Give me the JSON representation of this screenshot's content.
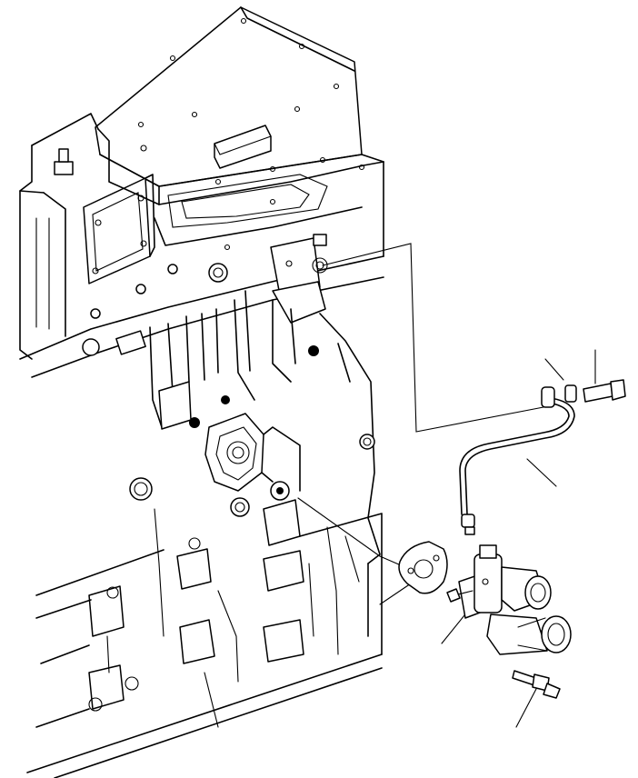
{
  "title": "",
  "parts": [
    {
      "id": "engine-block",
      "icon": "engine-block"
    },
    {
      "id": "fuel-tube",
      "icon": "bent-tube"
    },
    {
      "id": "bolt-upper",
      "icon": "bolt"
    },
    {
      "id": "gasket",
      "icon": "gasket"
    },
    {
      "id": "feed-pump",
      "icon": "fuel-feed-pump"
    },
    {
      "id": "bolt-pump",
      "icon": "bolt"
    },
    {
      "id": "banjo-fitting",
      "icon": "connector"
    }
  ],
  "line_color": "#000000",
  "background": "#ffffff"
}
